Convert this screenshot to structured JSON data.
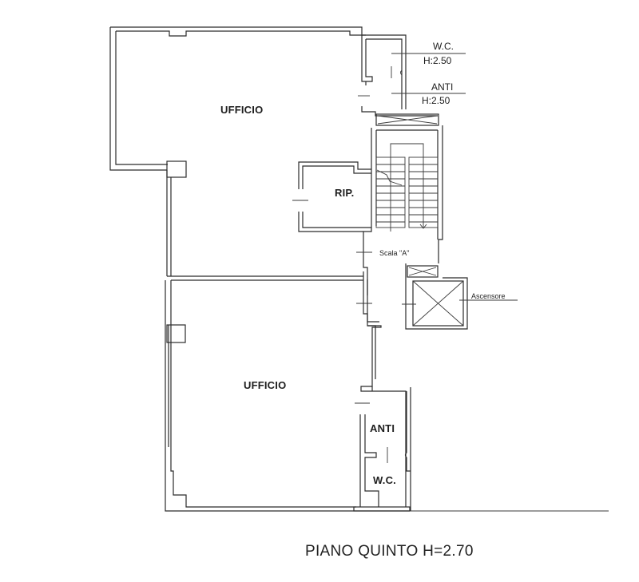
{
  "plan": {
    "title": "PIANO QUINTO H=2.70",
    "colors": {
      "line": "#2b2b2b",
      "background": "#ffffff"
    },
    "rooms": [
      {
        "id": "ufficio-top",
        "label": "UFFICIO"
      },
      {
        "id": "rip",
        "label": "RIP."
      },
      {
        "id": "ufficio-bottom",
        "label": "UFFICIO"
      },
      {
        "id": "anti-bottom",
        "label": "ANTI"
      },
      {
        "id": "wc-bottom",
        "label": "W.C."
      }
    ],
    "callouts": [
      {
        "id": "wc-top",
        "label": "W.C.",
        "height": "H:2.50"
      },
      {
        "id": "anti-top",
        "label": "ANTI",
        "height": "H:2.50"
      }
    ],
    "stair": {
      "label": "Scala \"A\""
    },
    "elevator": {
      "label": "Ascensore"
    }
  }
}
